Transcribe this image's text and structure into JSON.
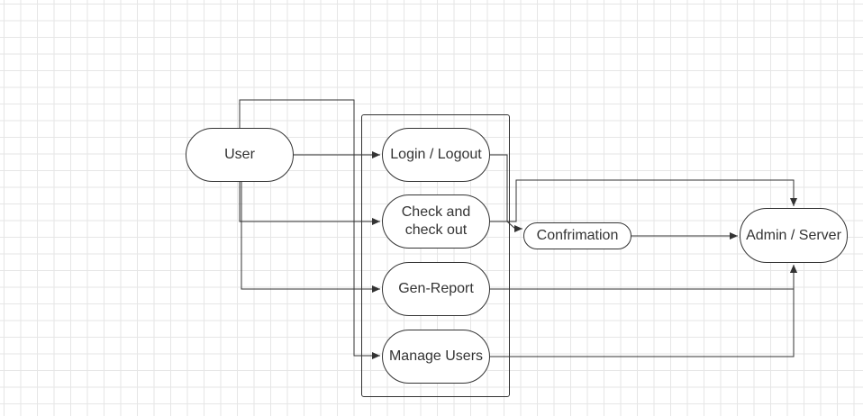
{
  "diagram": {
    "nodes": {
      "user": "User",
      "login": "Login / Logout",
      "checkinout": "Check and\ncheck out",
      "genreport": "Gen-Report",
      "manageusers": "Manage Users",
      "confirmation": "Confrimation",
      "admin": "Admin / Server"
    },
    "edges": [
      {
        "from": "User",
        "to": "Login / Logout"
      },
      {
        "from": "User",
        "to": "Check and check out"
      },
      {
        "from": "User",
        "to": "Gen-Report"
      },
      {
        "from": "User",
        "to": "Manage Users"
      },
      {
        "from": "Login / Logout",
        "to": "Confrimation"
      },
      {
        "from": "Check and check out",
        "to": "Admin / Server"
      },
      {
        "from": "Confrimation",
        "to": "Admin / Server"
      },
      {
        "from": "Gen-Report",
        "to": "Admin / Server"
      },
      {
        "from": "Manage Users",
        "to": "Admin / Server"
      }
    ]
  }
}
